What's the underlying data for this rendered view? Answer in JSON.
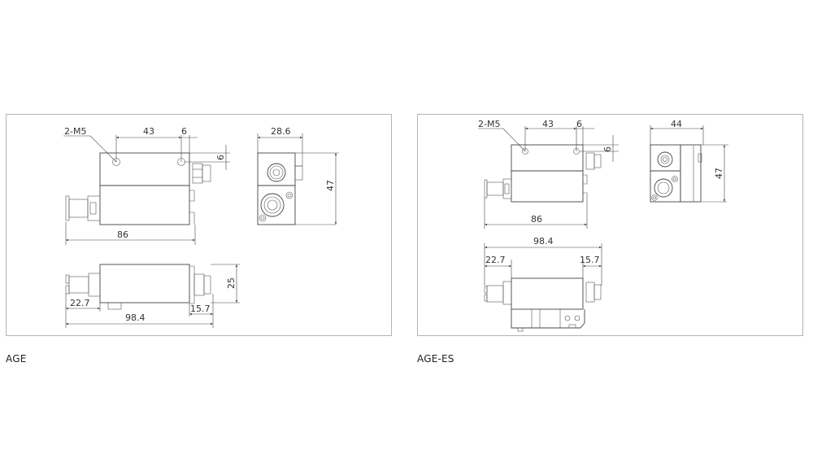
{
  "panels": [
    {
      "model": "AGE",
      "front_view": {
        "hole_label": "2-M5",
        "hole_spacing": "43",
        "hole_edge_offset": "6",
        "hole_top_offset": "6",
        "overall_length": "86"
      },
      "side_view": {
        "width": "28.6",
        "height": "47"
      },
      "bottom_view": {
        "left_fitting": "22.7",
        "right_fitting": "15.7",
        "overall_length": "98.4",
        "height": "25"
      }
    },
    {
      "model": "AGE-ES",
      "front_view": {
        "hole_label": "2-M5",
        "hole_spacing": "43",
        "hole_edge_offset": "6",
        "hole_top_offset": "6",
        "overall_length": "86"
      },
      "side_view": {
        "width": "44",
        "height": "47"
      },
      "bottom_view": {
        "left_fitting": "22.7",
        "right_fitting": "15.7",
        "overall_length": "98.4"
      }
    }
  ],
  "colors": {
    "frame": "#b4b4b4",
    "line": "#444444",
    "text": "#333333"
  }
}
